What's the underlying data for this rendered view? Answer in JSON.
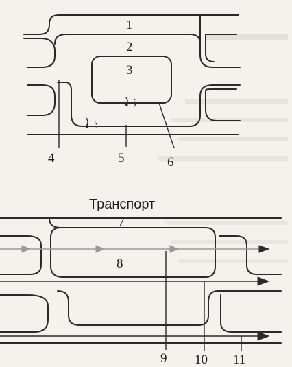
{
  "diagram": {
    "title": "Транспорт",
    "labels": {
      "l1": "1",
      "l2": "2",
      "l3": "3",
      "l4": "4",
      "l5": "5",
      "l6": "6",
      "l7": "7",
      "l8": "8",
      "l9": "9",
      "l10": "10",
      "l11": "11"
    }
  },
  "colors": {
    "ink": "#2a2a2a",
    "arrow_grey": "#9a9a9a",
    "paper": "#f4f2ec"
  }
}
